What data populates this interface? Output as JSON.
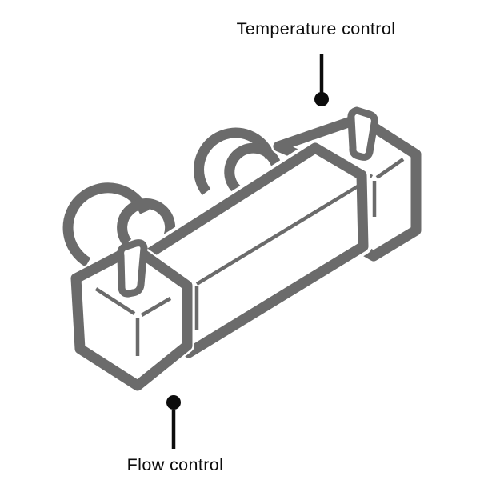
{
  "labels": {
    "temperature": "Temperature control",
    "flow": "Flow control"
  },
  "colors": {
    "outline": "#6b6b6b",
    "annotation": "#0c0c0c",
    "background": "#ffffff"
  },
  "illustration": {
    "subject": "thermostatic bar mixer valve"
  }
}
